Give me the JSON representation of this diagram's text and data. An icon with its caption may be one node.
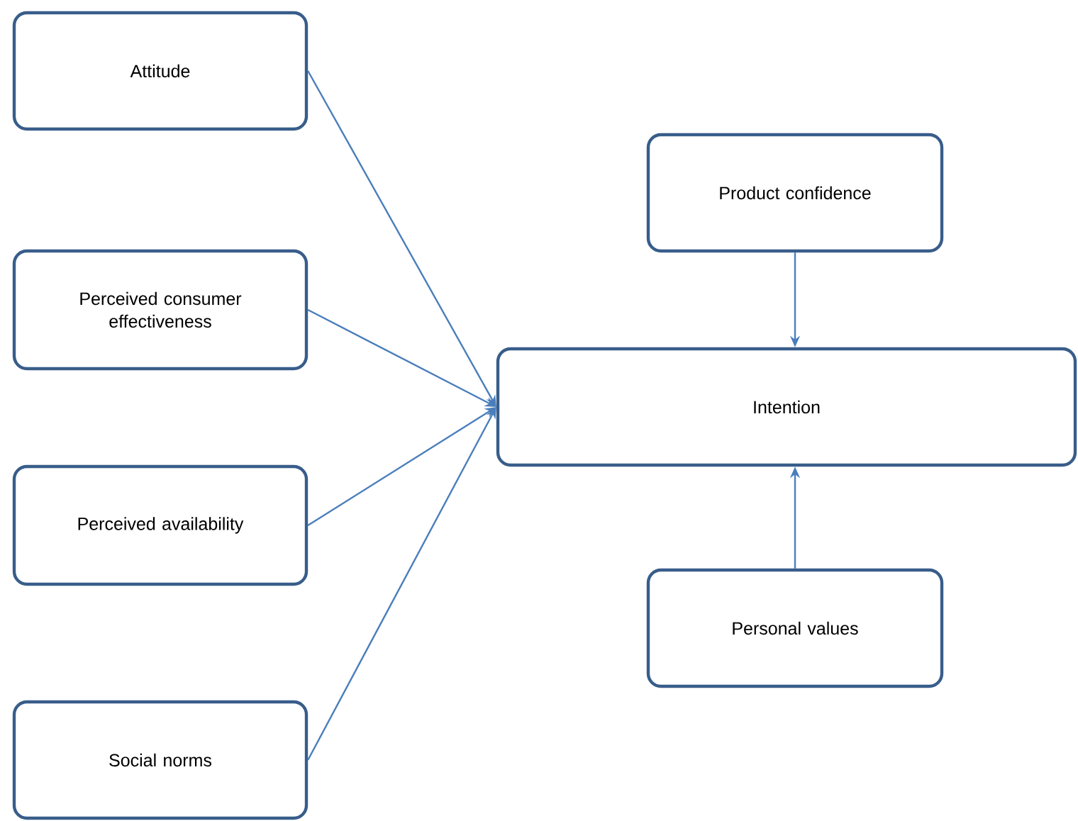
{
  "diagram": {
    "nodes": [
      {
        "text": [
          "Attitude"
        ]
      },
      {
        "text": [
          "Perceived consumer effectiveness"
        ]
      },
      {
        "text": [
          "Perceived availability"
        ]
      },
      {
        "text": [
          "Social norms"
        ]
      },
      {
        "text": [
          "Intention"
        ]
      },
      {
        "text": [
          "Product confidence"
        ]
      },
      {
        "text": [
          "Personal values"
        ]
      }
    ],
    "edges": [
      {
        "from": 0,
        "to": 4,
        "arrow": "to"
      },
      {
        "from": 1,
        "to": 4,
        "arrow": "to"
      },
      {
        "from": 2,
        "to": 4,
        "arrow": "to"
      },
      {
        "from": 3,
        "to": 4,
        "arrow": "to"
      },
      {
        "from": 5,
        "to": 4,
        "arrow": "to"
      },
      {
        "from": 6,
        "to": 4,
        "arrow": "to"
      }
    ]
  }
}
